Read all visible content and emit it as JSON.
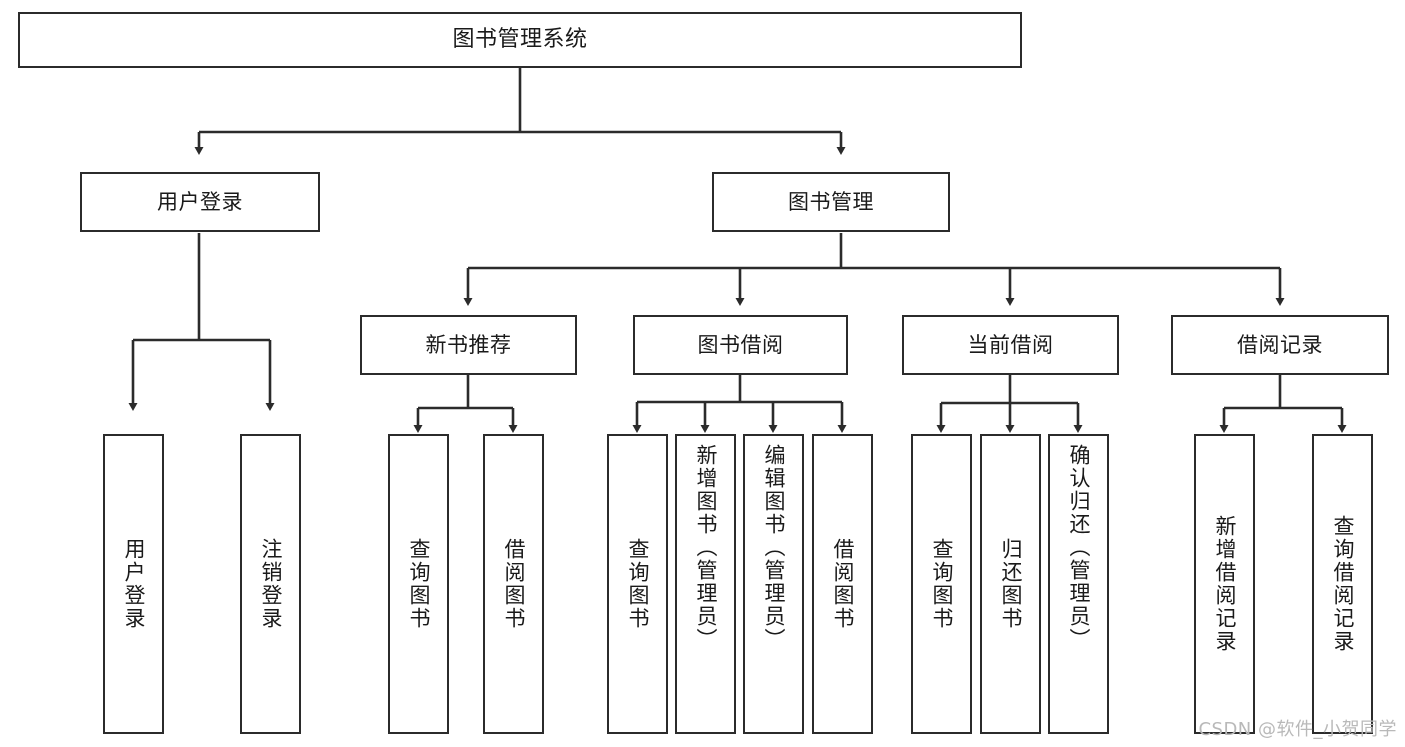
{
  "diagram": {
    "title": "图书管理系统",
    "watermark": "CSDN @软件_小贺同学",
    "colors": {
      "background": "#ffffff",
      "box_border": "#2b2b2b",
      "box_fill": "#ffffff",
      "edge": "#2b2b2b",
      "text": "#1a1a1a",
      "watermark": "#b9b9b9"
    },
    "root": {
      "label": "图书管理系统"
    },
    "level2": [
      {
        "label": "用户登录"
      },
      {
        "label": "图书管理"
      }
    ],
    "level3": [
      {
        "label": "新书推荐"
      },
      {
        "label": "图书借阅"
      },
      {
        "label": "当前借阅"
      },
      {
        "label": "借阅记录"
      }
    ],
    "leaves": {
      "user_login": [
        {
          "label": "用户登录"
        },
        {
          "label": "注销登录"
        }
      ],
      "new_book_recommend": [
        {
          "label": "查询图书"
        },
        {
          "label": "借阅图书"
        }
      ],
      "book_borrow": [
        {
          "label": "查询图书"
        },
        {
          "label": "新增图书（管理员）"
        },
        {
          "label": "编辑图书（管理员）"
        },
        {
          "label": "借阅图书"
        }
      ],
      "current_borrow": [
        {
          "label": "查询图书"
        },
        {
          "label": "归还图书"
        },
        {
          "label": "确认归还（管理员）"
        }
      ],
      "borrow_record": [
        {
          "label": "新增借阅记录"
        },
        {
          "label": "查询借阅记录"
        }
      ]
    }
  }
}
